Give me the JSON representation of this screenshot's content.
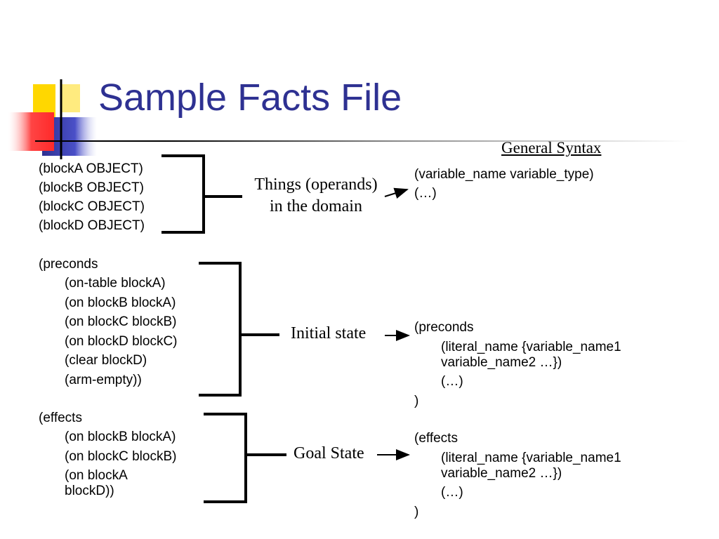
{
  "slide": {
    "title": "Sample Facts File"
  },
  "objects": {
    "lines": [
      "(blockA OBJECT)",
      "(blockB OBJECT)",
      "(blockC OBJECT)",
      "(blockD OBJECT)"
    ],
    "label_line1": "Things (operands)",
    "label_line2": "in the domain"
  },
  "preconds": {
    "header": "(preconds",
    "lines": [
      "(on-table blockA)",
      "(on blockB blockA)",
      "(on blockC blockB)",
      "(on blockD blockC)",
      "(clear blockD)",
      "(arm-empty))"
    ],
    "label": "Initial state"
  },
  "effects": {
    "header": "(effects",
    "lines": [
      "(on blockB blockA)",
      "(on blockC blockB)",
      "(on blockA blockD))"
    ],
    "label": "Goal State"
  },
  "syntax": {
    "title": "General Syntax",
    "objects_line1": "(variable_name variable_type)",
    "objects_line2": "(…)",
    "preconds_header": "(preconds",
    "preconds_literal": "(literal_name {variable_name1 variable_name2 …})",
    "preconds_more": "(…)",
    "preconds_close": ")",
    "effects_header": "(effects",
    "effects_literal": "(literal_name {variable_name1 variable_name2 …})",
    "effects_more": "(…)",
    "effects_close": ")"
  }
}
